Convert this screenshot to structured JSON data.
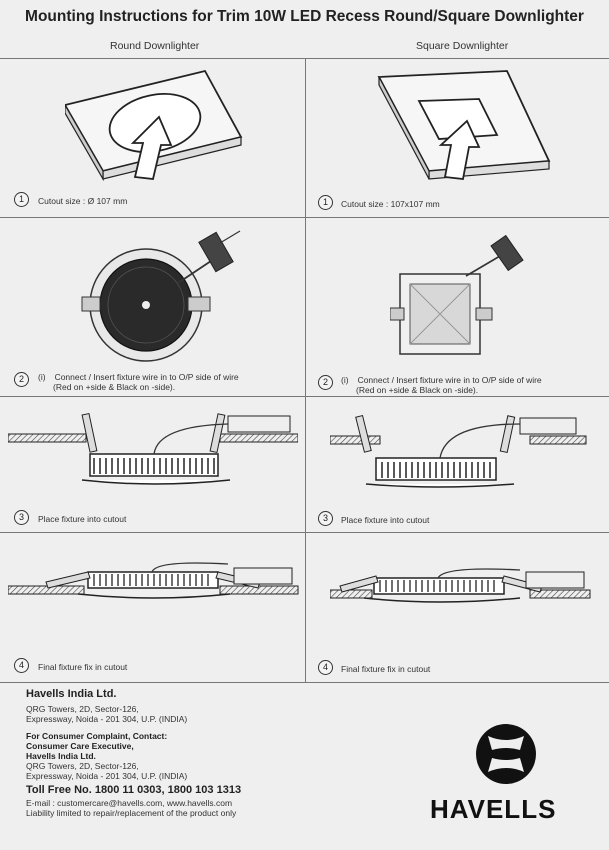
{
  "title": "Mounting Instructions for Trim 10W LED Recess Round/Square Downlighter",
  "columns": {
    "round": "Round Downlighter",
    "square": "Square Downlighter"
  },
  "steps": [
    {
      "number": "1",
      "round": "Cutout size : Ø 107 mm",
      "square": "Cutout size : 107x107 mm"
    },
    {
      "number": "2",
      "sub": "(i)",
      "line1": "Connect / Insert fixture wire in to O/P side of wire",
      "line2": "(Red on +side & Black on -side)."
    },
    {
      "number": "3",
      "text": "Place fixture into cutout"
    },
    {
      "number": "4",
      "text": "Final fixture fix in cutout"
    }
  ],
  "footer": {
    "company": "Havells India Ltd.",
    "address": [
      "QRG Towers, 2D, Sector-126,",
      "Expressway, Noida - 201 304, U.P. (INDIA)"
    ],
    "complaint": [
      "For Consumer Complaint, Contact:",
      "Consumer Care Executive,",
      "Havells India Ltd."
    ],
    "address2": [
      "QRG Towers, 2D, Sector-126,",
      "Expressway, Noida - 201 304, U.P. (INDIA)"
    ],
    "toll_free": "Toll Free No. 1800 11 0303, 1800 103 1313",
    "email": "E-mail : customercare@havells.com, www.havells.com",
    "liability": "Liability limited to repair/replacement of the product only",
    "brand": "HAVELLS"
  }
}
